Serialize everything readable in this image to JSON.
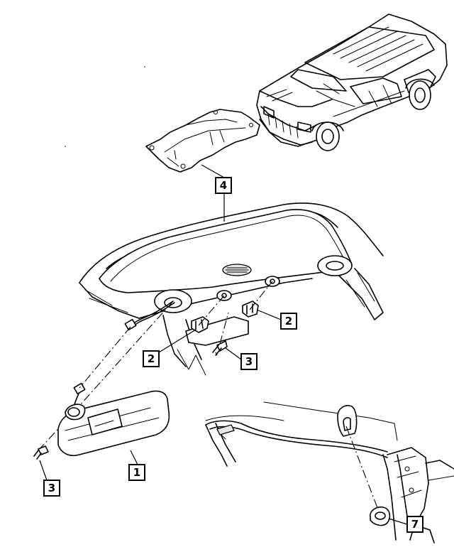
{
  "callouts": [
    {
      "id": "c1",
      "label": "1"
    },
    {
      "id": "c2a",
      "label": "2"
    },
    {
      "id": "c2b",
      "label": "2"
    },
    {
      "id": "c3a",
      "label": "3"
    },
    {
      "id": "c3b",
      "label": "3"
    },
    {
      "id": "c4",
      "label": "4"
    },
    {
      "id": "c7",
      "label": "7"
    }
  ],
  "parts": {
    "sun_visor": "sun-visor",
    "visor_clip": "visor-clip",
    "screw": "screw",
    "headliner": "headliner",
    "grab_handle_plug": "plug"
  }
}
